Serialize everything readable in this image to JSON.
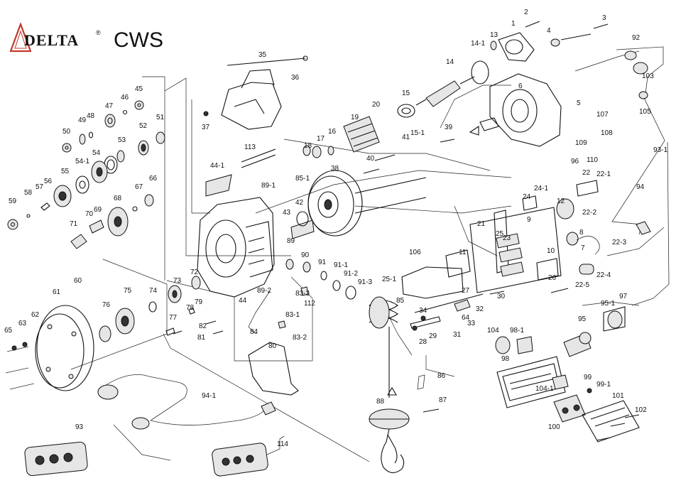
{
  "brand": {
    "name": "DELTA",
    "registered_mark": "®",
    "model": "CWS"
  },
  "labels": {
    "p1": "1",
    "p2": "2",
    "p3": "3",
    "p4": "4",
    "p5": "5",
    "p6": "6",
    "p7": "7",
    "p8": "8",
    "p9": "9",
    "p10": "10",
    "p11": "11",
    "p12": "12",
    "p13": "13",
    "p14": "14",
    "p14_1": "14-1",
    "p15": "15",
    "p15_1": "15-1",
    "p16": "16",
    "p17": "17",
    "p18": "18",
    "p19": "19",
    "p20": "20",
    "p21": "21",
    "p22": "22",
    "p22_1": "22-1",
    "p22_2": "22-2",
    "p22_3": "22-3",
    "p22_4": "22-4",
    "p22_5": "22-5",
    "p23": "23",
    "p24": "24",
    "p24_1": "24-1",
    "p25": "25",
    "p25_1": "25-1",
    "p26": "26",
    "p27": "27",
    "p28": "28",
    "p29": "29",
    "p30": "30",
    "p31": "31",
    "p32": "32",
    "p33": "33",
    "p34": "34",
    "p35": "35",
    "p36": "36",
    "p37": "37",
    "p38": "38",
    "p39": "39",
    "p40": "40",
    "p41": "41",
    "p42": "42",
    "p43": "43",
    "p44": "44",
    "p44_1": "44-1",
    "p45": "45",
    "p46": "46",
    "p47": "47",
    "p48": "48",
    "p49": "49",
    "p50": "50",
    "p51": "51",
    "p52": "52",
    "p53": "53",
    "p54": "54",
    "p54_1": "54-1",
    "p55": "55",
    "p56": "56",
    "p57": "57",
    "p58": "58",
    "p59": "59",
    "p60": "60",
    "p61": "61",
    "p62": "62",
    "p63": "63",
    "p64": "64",
    "p65": "65",
    "p66": "66",
    "p67": "67",
    "p68": "68",
    "p69": "69",
    "p70": "70",
    "p71": "71",
    "p72": "72",
    "p73": "73",
    "p74": "74",
    "p75": "75",
    "p76": "76",
    "p77": "77",
    "p78": "78",
    "p79": "79",
    "p80": "80",
    "p81": "81",
    "p82": "82",
    "p83_1": "83-1",
    "p83_2": "83-2",
    "p83_3": "83-3",
    "p84": "84",
    "p85": "85",
    "p85_1": "85-1",
    "p86": "86",
    "p87": "87",
    "p88": "88",
    "p89": "89",
    "p89_1": "89-1",
    "p89_2": "89-2",
    "p90": "90",
    "p91": "91",
    "p91_1": "91-1",
    "p91_2": "91-2",
    "p91_3": "91-3",
    "p92": "92",
    "p93": "93",
    "p93_1": "93-1",
    "p94": "94",
    "p94_1": "94-1",
    "p95": "95",
    "p95_1": "95-1",
    "p96": "96",
    "p97": "97",
    "p98": "98",
    "p98_1": "98-1",
    "p99": "99",
    "p99_1": "99-1",
    "p100": "100",
    "p101": "101",
    "p102": "102",
    "p103": "103",
    "p104": "104",
    "p104_1": "104-1",
    "p105": "105",
    "p106": "106",
    "p107": "107",
    "p108": "108",
    "p109": "109",
    "p110": "110",
    "p112": "112",
    "p113": "113",
    "p114": "114"
  }
}
